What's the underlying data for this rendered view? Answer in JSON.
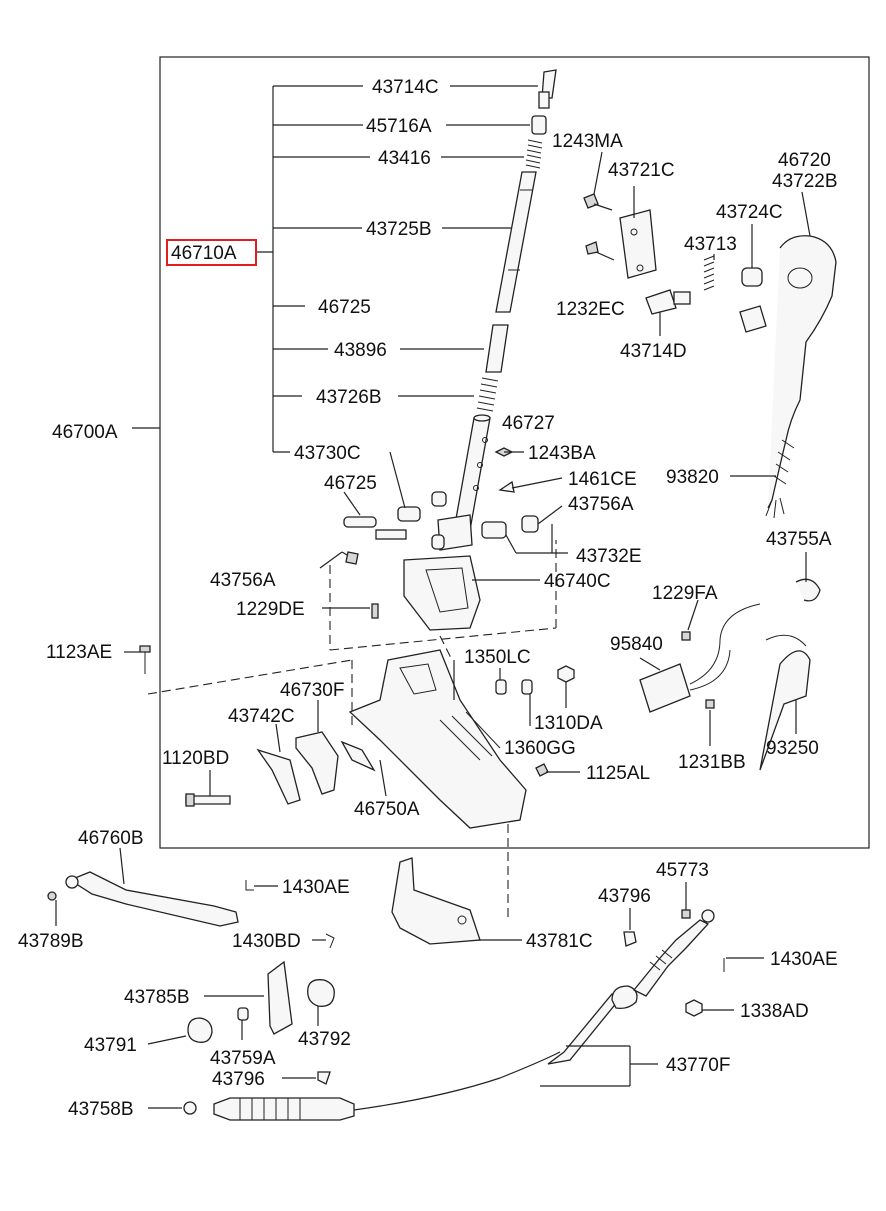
{
  "highlight_color": "#e0201c",
  "labels": {
    "p43714C": "43714C",
    "p45716A": "45716A",
    "p43416": "43416",
    "p43725B": "43725B",
    "p46710A": "46710A",
    "p46725a": "46725",
    "p43896": "43896",
    "p43726B": "43726B",
    "p46727": "46727",
    "p43730C": "43730C",
    "p46700A": "46700A",
    "p1243MA": "1243MA",
    "p43721C": "43721C",
    "p46720": "46720",
    "p43722B": "43722B",
    "p43724C": "43724C",
    "p43713": "43713",
    "p1232EC": "1232EC",
    "p43714D": "43714D",
    "p1243BA": "1243BA",
    "p1461CE": "1461CE",
    "p93820": "93820",
    "p46725b": "46725",
    "p43756A_r": "43756A",
    "p43732E": "43732E",
    "p43756A_l": "43756A",
    "p46740C": "46740C",
    "p1229DE": "1229DE",
    "p43755A": "43755A",
    "p1229FA": "1229FA",
    "p95840": "95840",
    "p1123AE": "1123AE",
    "p1350LC": "1350LC",
    "p1310DA": "1310DA",
    "p1360GG": "1360GG",
    "p46730F": "46730F",
    "p43742C": "43742C",
    "p1120BD": "1120BD",
    "p1125AL": "1125AL",
    "p1231BB": "1231BB",
    "p93250": "93250",
    "p46750A": "46750A",
    "p46760B": "46760B",
    "p1430AE_l": "1430AE",
    "p43789B": "43789B",
    "p45773": "45773",
    "p43796_r": "43796",
    "p1430BD": "1430BD",
    "p43781C": "43781C",
    "p1430AE_r": "1430AE",
    "p43785B": "43785B",
    "p1338AD": "1338AD",
    "p43792": "43792",
    "p43791": "43791",
    "p43759A": "43759A",
    "p43770F": "43770F",
    "p43796_b": "43796",
    "p43758B": "43758B"
  }
}
